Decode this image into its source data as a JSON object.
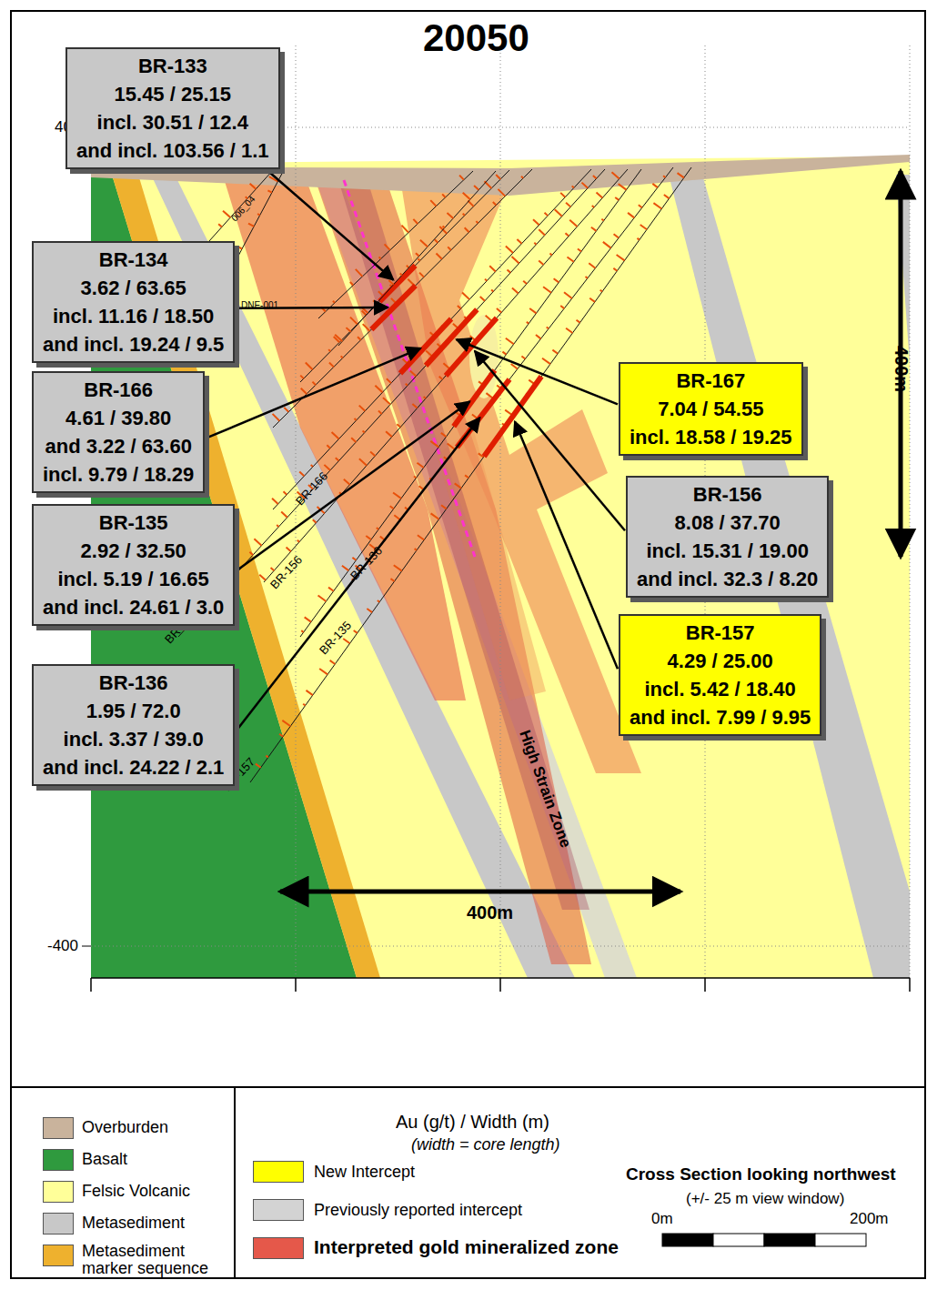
{
  "diagram": {
    "title": "20050",
    "nodes": [
      {
        "text": [
          "BR-133",
          "15.45 / 25.15",
          "incl. 30.51 / 12.4",
          "and incl. 103.56 / 1.1"
        ]
      },
      {
        "text": [
          "BR-134",
          "3.62 / 63.65",
          "incl. 11.16 / 18.50",
          "and incl. 19.24 / 9.5"
        ]
      },
      {
        "text": [
          "BR-166",
          "4.61 / 39.80",
          "and 3.22 / 63.60",
          "incl. 9.79 / 18.29"
        ]
      },
      {
        "text": [
          "BR-135",
          "2.92 / 32.50",
          "incl. 5.19 / 16.65",
          "and incl. 24.61 / 3.0"
        ]
      },
      {
        "text": [
          "BR-136",
          "1.95 / 72.0",
          "incl. 3.37 / 39.0",
          "and incl. 24.22 / 2.1"
        ]
      },
      {
        "text": [
          "BR-167",
          "7.04 / 54.55",
          "incl. 18.58 / 19.25"
        ]
      },
      {
        "text": [
          "BR-156",
          "8.08 / 37.70",
          "incl. 15.31 / 19.00",
          "and incl. 32.3 / 8.20"
        ]
      },
      {
        "text": [
          "BR-157",
          "4.29 / 25.00",
          "incl. 5.42 / 18.40",
          "and incl. 7.99 / 9.95"
        ]
      }
    ],
    "labels": [
      "400",
      "-400",
      "400m",
      "400m",
      "High Strain Zone",
      "006_04",
      "DNE-001",
      "BR-166",
      "BR-156",
      "BR-136",
      "BR-135",
      "BR-157",
      "BR-167",
      "Au (g/t) / Width (m)",
      "(width = core length)",
      "Cross Section looking northwest",
      "(+/- 25 m view window)",
      "0m",
      "200m"
    ],
    "legend": [
      {
        "text": "Overburden",
        "color": "#c9b39c"
      },
      {
        "text": "Basalt",
        "color": "#2f9a3e"
      },
      {
        "text": "Felsic Volcanic",
        "color": "#ffff99"
      },
      {
        "text": "Metasediment",
        "color": "#c8c8c8"
      },
      {
        "text": "Metasediment marker sequence",
        "color": "#eeb12e"
      },
      {
        "text": "New Intercept",
        "color": "#ffff00"
      },
      {
        "text": "Previously reported intercept",
        "color": "#d3d3d3"
      },
      {
        "text": "Interpreted gold mineralized zone",
        "color": "#e5584a"
      }
    ]
  }
}
